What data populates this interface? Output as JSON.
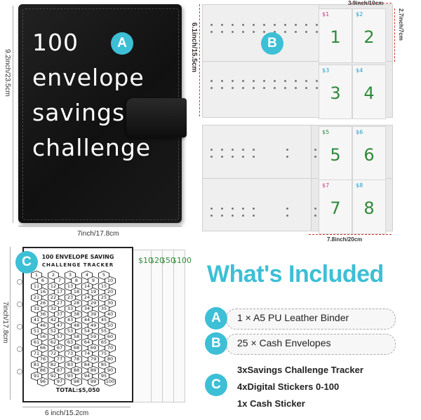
{
  "binder": {
    "title_lines": [
      "100",
      "envelope",
      "savings",
      "challenge"
    ],
    "badge": "A",
    "height_label": "9.2inch/23.5cm",
    "width_label": "7inch/17.8cm"
  },
  "envelopes": {
    "badge": "B",
    "height_label": "6.1inch/15.5cm",
    "envelope_width_label": "3.9inch/10cm",
    "envelope_height_label": "2.7inch/7cm",
    "width_label": "7.8inch/20cm",
    "cells": [
      {
        "price": "$1",
        "number": "1",
        "price_color": "#d63384"
      },
      {
        "price": "$2",
        "number": "2",
        "price_color": "#1d9fc9"
      },
      {
        "price": "$3",
        "number": "3",
        "price_color": "#1d9fc9"
      },
      {
        "price": "$4",
        "number": "4",
        "price_color": "#1d9fc9"
      },
      {
        "price": "$5",
        "number": "5",
        "price_color": "#2f8a3a"
      },
      {
        "price": "$6",
        "number": "6",
        "price_color": "#1d9fc9"
      },
      {
        "price": "$7",
        "number": "7",
        "price_color": "#d63384"
      },
      {
        "price": "$8",
        "number": "8",
        "price_color": "#1d9fc9"
      }
    ]
  },
  "tracker": {
    "badge": "C",
    "title_line1": "100 ENVELOPE SAVING",
    "title_line2": "CHALLENGE TRACKER",
    "total": "TOTAL:$5,050",
    "height_label": "7inch/17.8cm",
    "width_label": "6 inch/15.2cm",
    "sheet_numbers": [
      "$10",
      "$20",
      "$50",
      "$100"
    ]
  },
  "included": {
    "title": "What's Included",
    "items": [
      {
        "badge": "A",
        "text": "1 × A5 PU Leather Binder"
      },
      {
        "badge": "B",
        "text": "25 × Cash Envelopes"
      }
    ],
    "item_c": {
      "badge": "C",
      "lines": [
        "3xSavings Challenge Tracker",
        "4xDigital Stickers 0-100",
        "1x Cash Sticker"
      ]
    }
  },
  "colors": {
    "accent": "#3dbfd6",
    "number_green": "#2f8a3a",
    "dimension_red": "#cc3333"
  }
}
